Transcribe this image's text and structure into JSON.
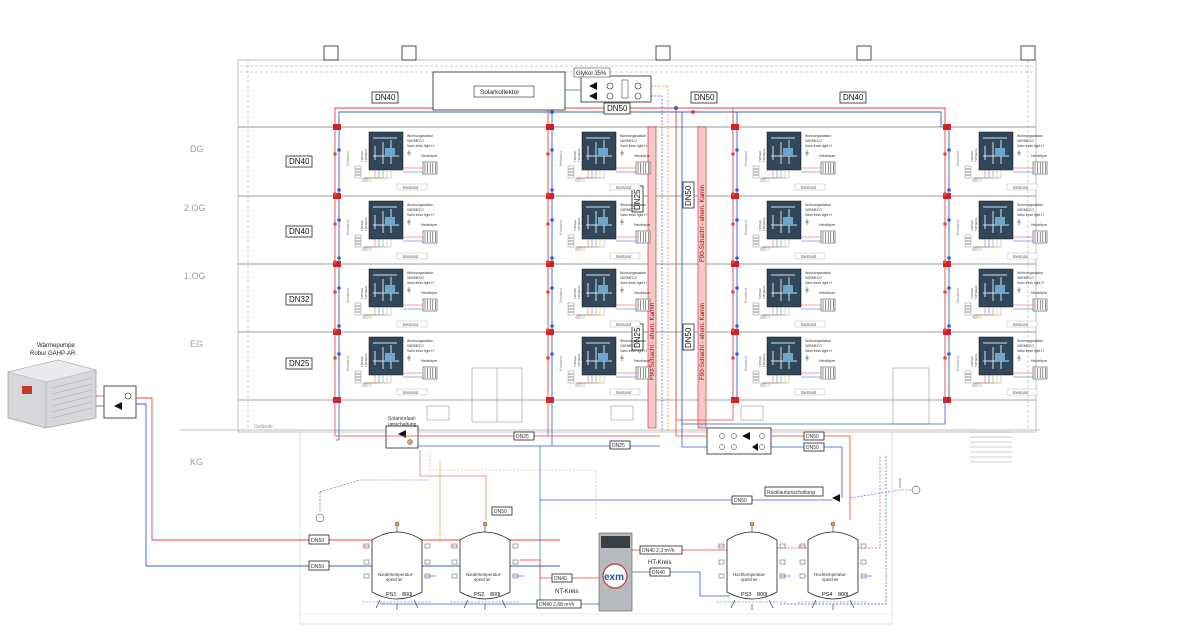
{
  "heat_pump": {
    "title_line1": "Wärmepumpe",
    "title_line2": "Robur GAHP-AR"
  },
  "solar": {
    "collector_label": "Solarkollektor",
    "glycol_label": "Glykol 35%",
    "switch_label_line1": "Solarvorlauf-",
    "switch_label_line2": "umschaltung"
  },
  "floors": [
    {
      "label": "DG",
      "riser": "DN40"
    },
    {
      "label": "2.OG",
      "riser": "DN40"
    },
    {
      "label": "1.OG",
      "riser": "DN32"
    },
    {
      "label": "EG",
      "riser": "DN25"
    },
    {
      "label": "KG",
      "riser": ""
    }
  ],
  "pipes": {
    "top_left": "DN40",
    "top_solar": "DN50",
    "top_mid": "DN50",
    "top_right": "DN40",
    "shaft_upper": "DN25",
    "shaft_lower": "DN25",
    "riser_mid_upper": "DN50",
    "riser_mid_lower": "DN50",
    "kg_dn25_a": "DN25",
    "kg_dn25_b": "DN25",
    "kg_dn50_a": "DN50",
    "kg_dn50_b": "DN50",
    "kg_dn50_return": "DN50",
    "kg_dn50_hp_supply": "DN50",
    "kg_dn50_hp_return": "DN50",
    "kg_dn50_tank": "DN50",
    "nt_dn40": "DN40",
    "nt_dn40_flow": "DN40 2,68 m³/h",
    "ht_dn40_flow": "DN40 2,3 m³/h",
    "ht_dn40": "DN40"
  },
  "shafts": {
    "shaft1": "F90-Schacht - ehem. Kamin",
    "shaft2": "F90-Schacht - ehem. Kamin"
  },
  "apartment_station": {
    "line1": "Wohnungsstation",
    "line2": "VARMECO",
    "line3": "Vario fresh light H",
    "radiator_label": "Heizkörper",
    "existing_label": "Bestand",
    "tw_lines": [
      "TW Kalt",
      "TW Warm",
      "TW Zirkulation"
    ]
  },
  "ground_label": "Gelände",
  "return_switch_label": "Rücklaufumschaltung",
  "nt_circuit": {
    "label": "NT-Kreis",
    "tanks": [
      {
        "name_line1": "Niedertemperatur-",
        "name_line2": "speicher",
        "id": "PS1",
        "volume": "800l"
      },
      {
        "name_line1": "Niedertemperatur-",
        "name_line2": "speicher",
        "id": "PS2",
        "volume": "800l"
      }
    ]
  },
  "ht_circuit": {
    "label": "HT-Kreis",
    "tanks": [
      {
        "name_line1": "Hochtemperatur-",
        "name_line2": "speicher",
        "id": "PS3",
        "volume": "800l"
      },
      {
        "name_line1": "Hochtemperatur-",
        "name_line2": "speicher",
        "id": "PS4",
        "volume": "800l"
      }
    ]
  },
  "controller": {
    "logo_text": "exm"
  },
  "colors": {
    "supply": "#e8463c",
    "return": "#3a5bd9",
    "orange": "#f0a050",
    "green": "#3aa655",
    "shaft_red": "#d42020",
    "shaft_fill": "#f6c9c9",
    "panel": "#33475b"
  }
}
